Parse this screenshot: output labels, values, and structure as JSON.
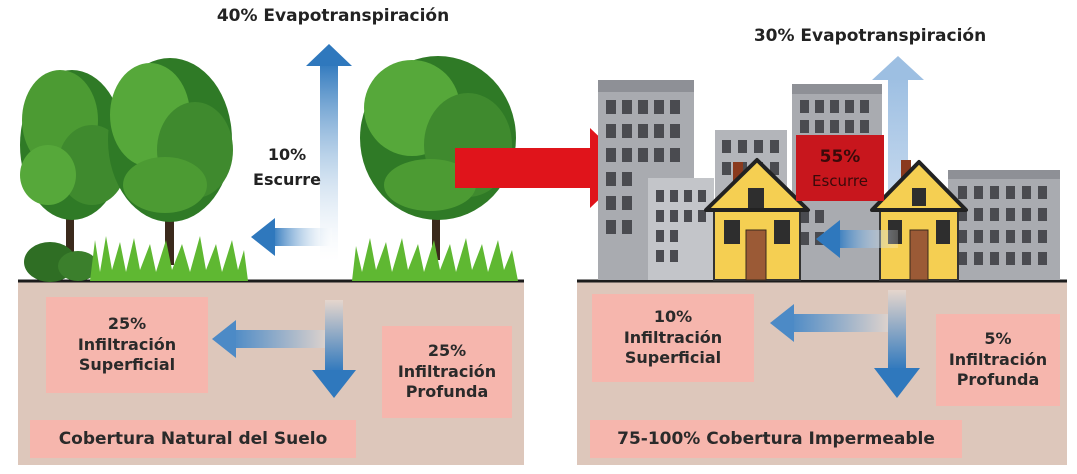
{
  "left": {
    "evapo": "40% Evapotranspiración",
    "runoff_pct": "10%",
    "runoff_label": "Escurre",
    "shallow": "25%\nInfiltración\nSuperficial",
    "deep": "25%\nInfiltración\nProfunda",
    "cover": "Cobertura Natural del Suelo"
  },
  "right": {
    "evapo": "30% Evapotranspiración",
    "runoff_pct": "55%",
    "runoff_label": "Escurre",
    "shallow": "10%\nInfiltración\nSuperficial",
    "deep": "5%\nInfiltración\nProfunda",
    "cover": "75-100% Cobertura Impermeable"
  },
  "colors": {
    "soil": "#ddc7bb",
    "label_box": "#f6b6ad",
    "arrow_blue": "#3a7fc0",
    "transition_arrow": "#e0141b",
    "runoff_box": "#c8161d",
    "tree_green": "#3f8a2e",
    "grass_green": "#5fb832",
    "building_gray": "#a9abb0",
    "house_yellow": "#f5cf52"
  },
  "icons": [
    "tree-icon",
    "grass-icon",
    "building-icon",
    "house-icon",
    "arrow-icon"
  ]
}
